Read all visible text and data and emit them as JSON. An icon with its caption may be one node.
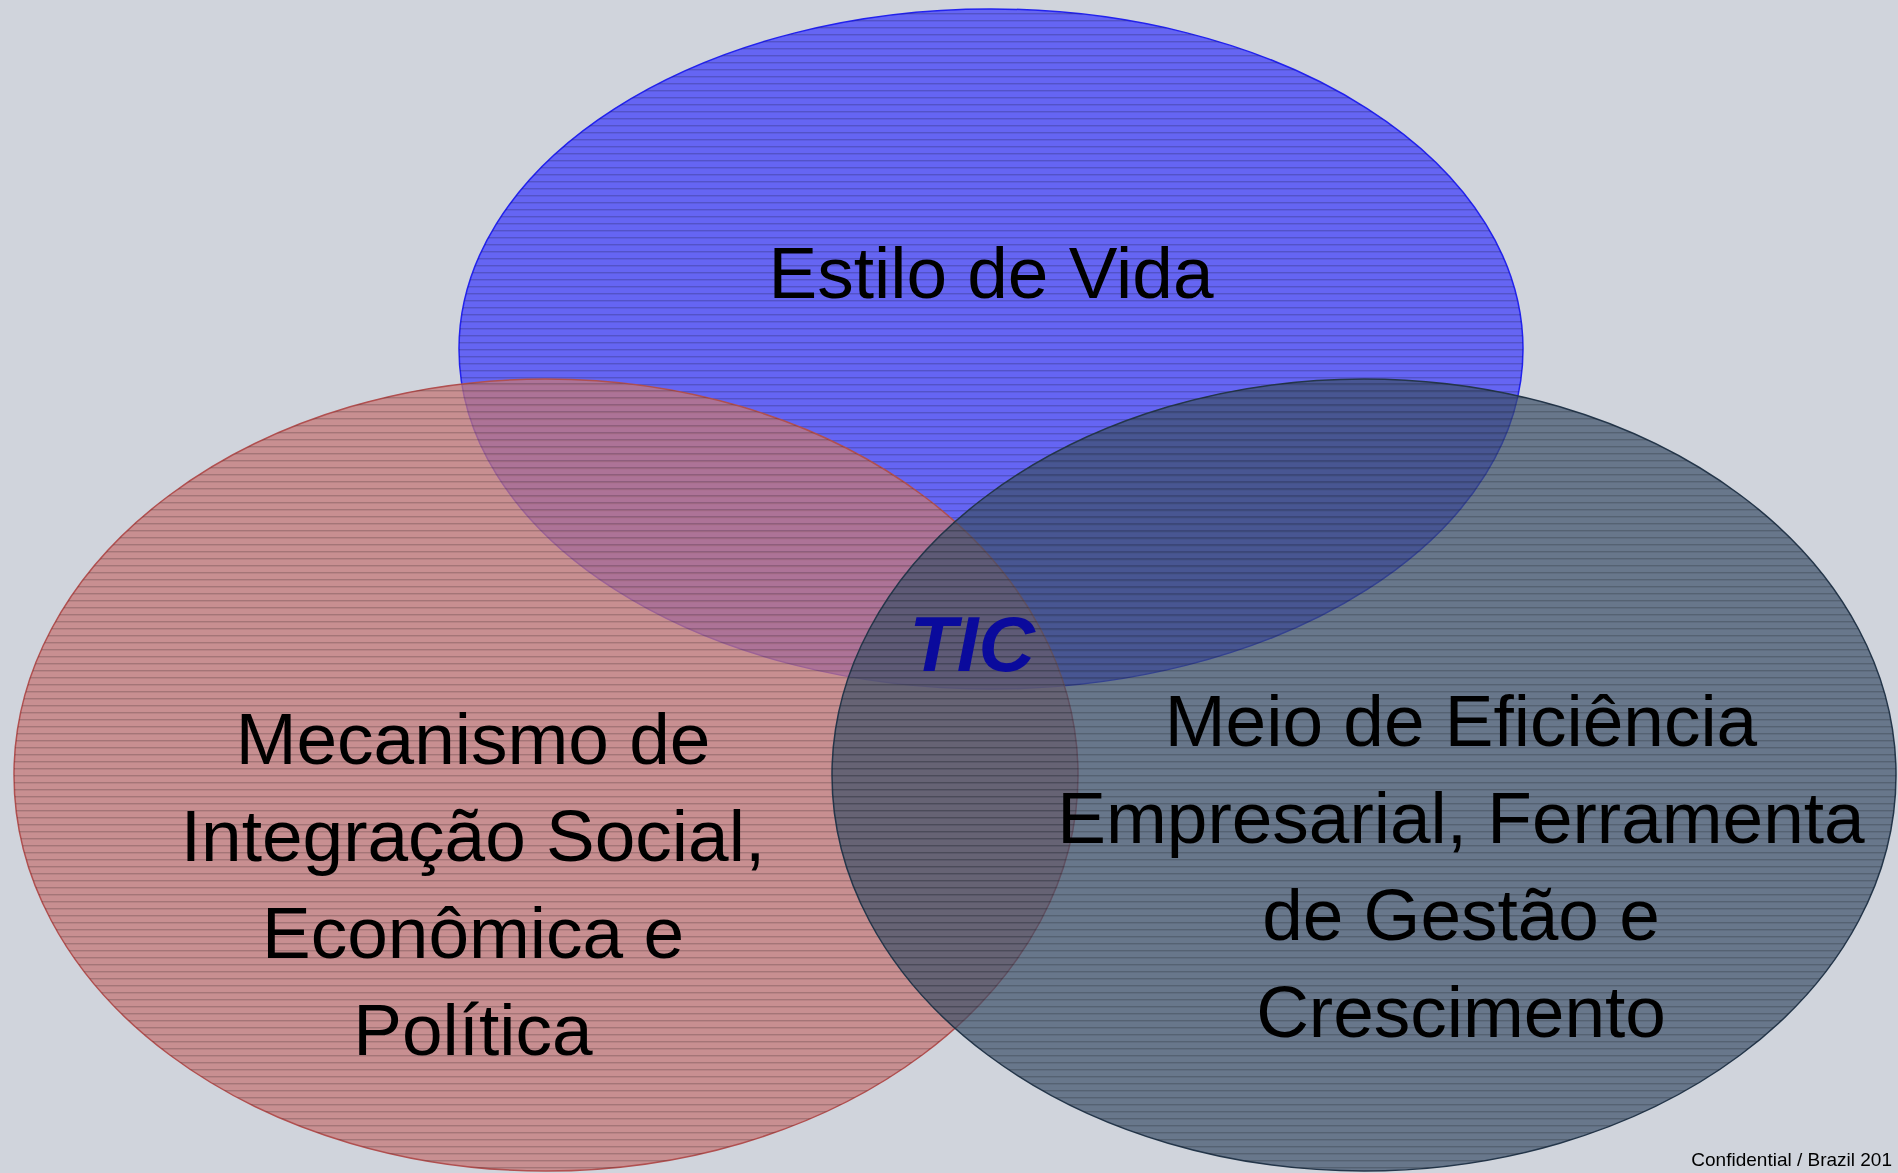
{
  "diagram": {
    "nodes": [
      {
        "text": [
          "Estilo de Vida"
        ]
      },
      {
        "text": [
          "Mecanismo de Integração Social, Econômica e Política"
        ]
      },
      {
        "text": [
          "Meio de Eficiência Empresarial, Ferramenta de Gestão e Crescimento"
        ]
      }
    ],
    "labels": [
      "TIC",
      "Confidential / Brazil 201"
    ]
  }
}
